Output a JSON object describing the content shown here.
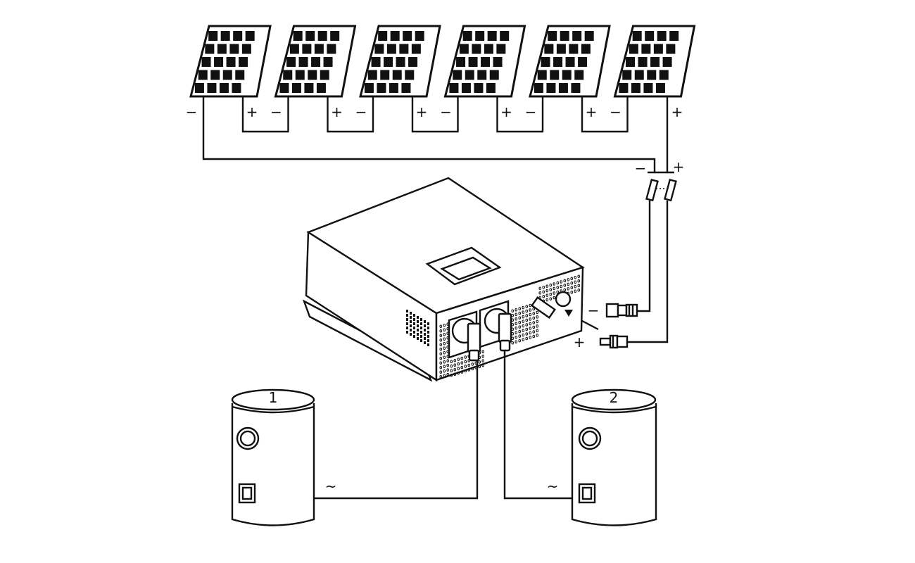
{
  "diagram": {
    "panel_count": 6,
    "terminal_labels": {
      "negative": "−",
      "positive": "+"
    },
    "connector_labels": {
      "negative": "−",
      "positive": "+"
    },
    "fuse_labels": {
      "negative": "−",
      "positive": "+"
    },
    "tanks": [
      {
        "number": "1",
        "ac_label": "~"
      },
      {
        "number": "2",
        "ac_label": "~"
      }
    ],
    "colors": {
      "line": "#111111",
      "background": "#ffffff"
    }
  }
}
